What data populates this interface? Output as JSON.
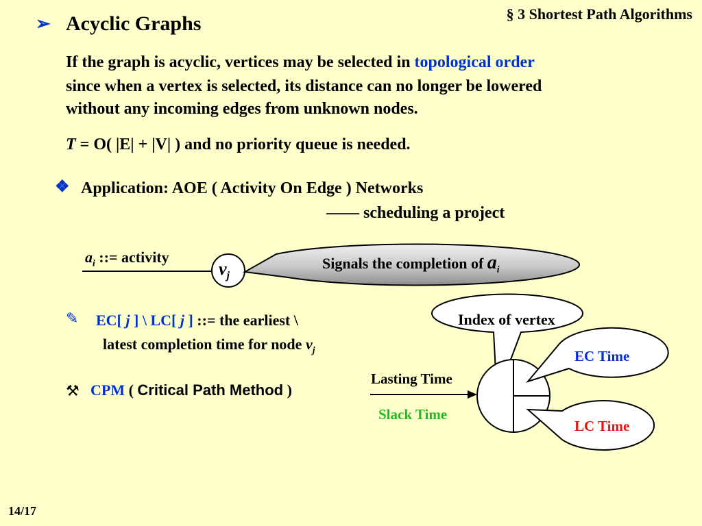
{
  "header": {
    "section": "§ 3  Shortest Path Algorithms"
  },
  "title": {
    "bullet": "➢",
    "text": "Acyclic Graphs"
  },
  "para1": {
    "line1": "If the graph is acyclic, vertices may be selected in",
    "line1_highlight": "topological order",
    "line2": "since when a vertex is selected, its distance can no longer be lowered",
    "line3": "without any incoming edges from unknown nodes."
  },
  "complexity": {
    "var": "T",
    "rest": " = O( |E| + |V| ) and no priority queue is needed."
  },
  "application": {
    "bullet": "❖",
    "text": "Application: AOE ( Activity On Edge ) Networks",
    "sub": "——  scheduling a project"
  },
  "activity": {
    "a": "a",
    "i": "i",
    "def": " ::= activity",
    "vertex_v": "v",
    "vertex_j": "j",
    "callout_text": "Signals the completion of ",
    "callout_a": "a",
    "callout_i": "i"
  },
  "ec_lc": {
    "icon": "✎",
    "ec_open": "EC[ ",
    "j1": "j",
    "ec_mid": " ] \\ LC[ ",
    "j2": "j",
    "ec_close": " ]",
    "rest": " ::= the earliest \\",
    "line2": "latest completion time for node ",
    "v": "v",
    "j": "j"
  },
  "cpm": {
    "icon": "⚒",
    "label": "CPM",
    "paren_open": " ( ",
    "name": "Critical Path Method",
    "paren_close": " )"
  },
  "node_diagram": {
    "index_label": "Index of  vertex",
    "lasting_time": "Lasting Time",
    "slack_time": "Slack Time",
    "ec_time": "EC Time",
    "lc_time": "LC Time"
  },
  "footer": {
    "page": "14/17"
  },
  "colors": {
    "background": "#FFFFCC",
    "blue": "#0033CC",
    "green": "#22BB22",
    "red": "#EE1111"
  }
}
